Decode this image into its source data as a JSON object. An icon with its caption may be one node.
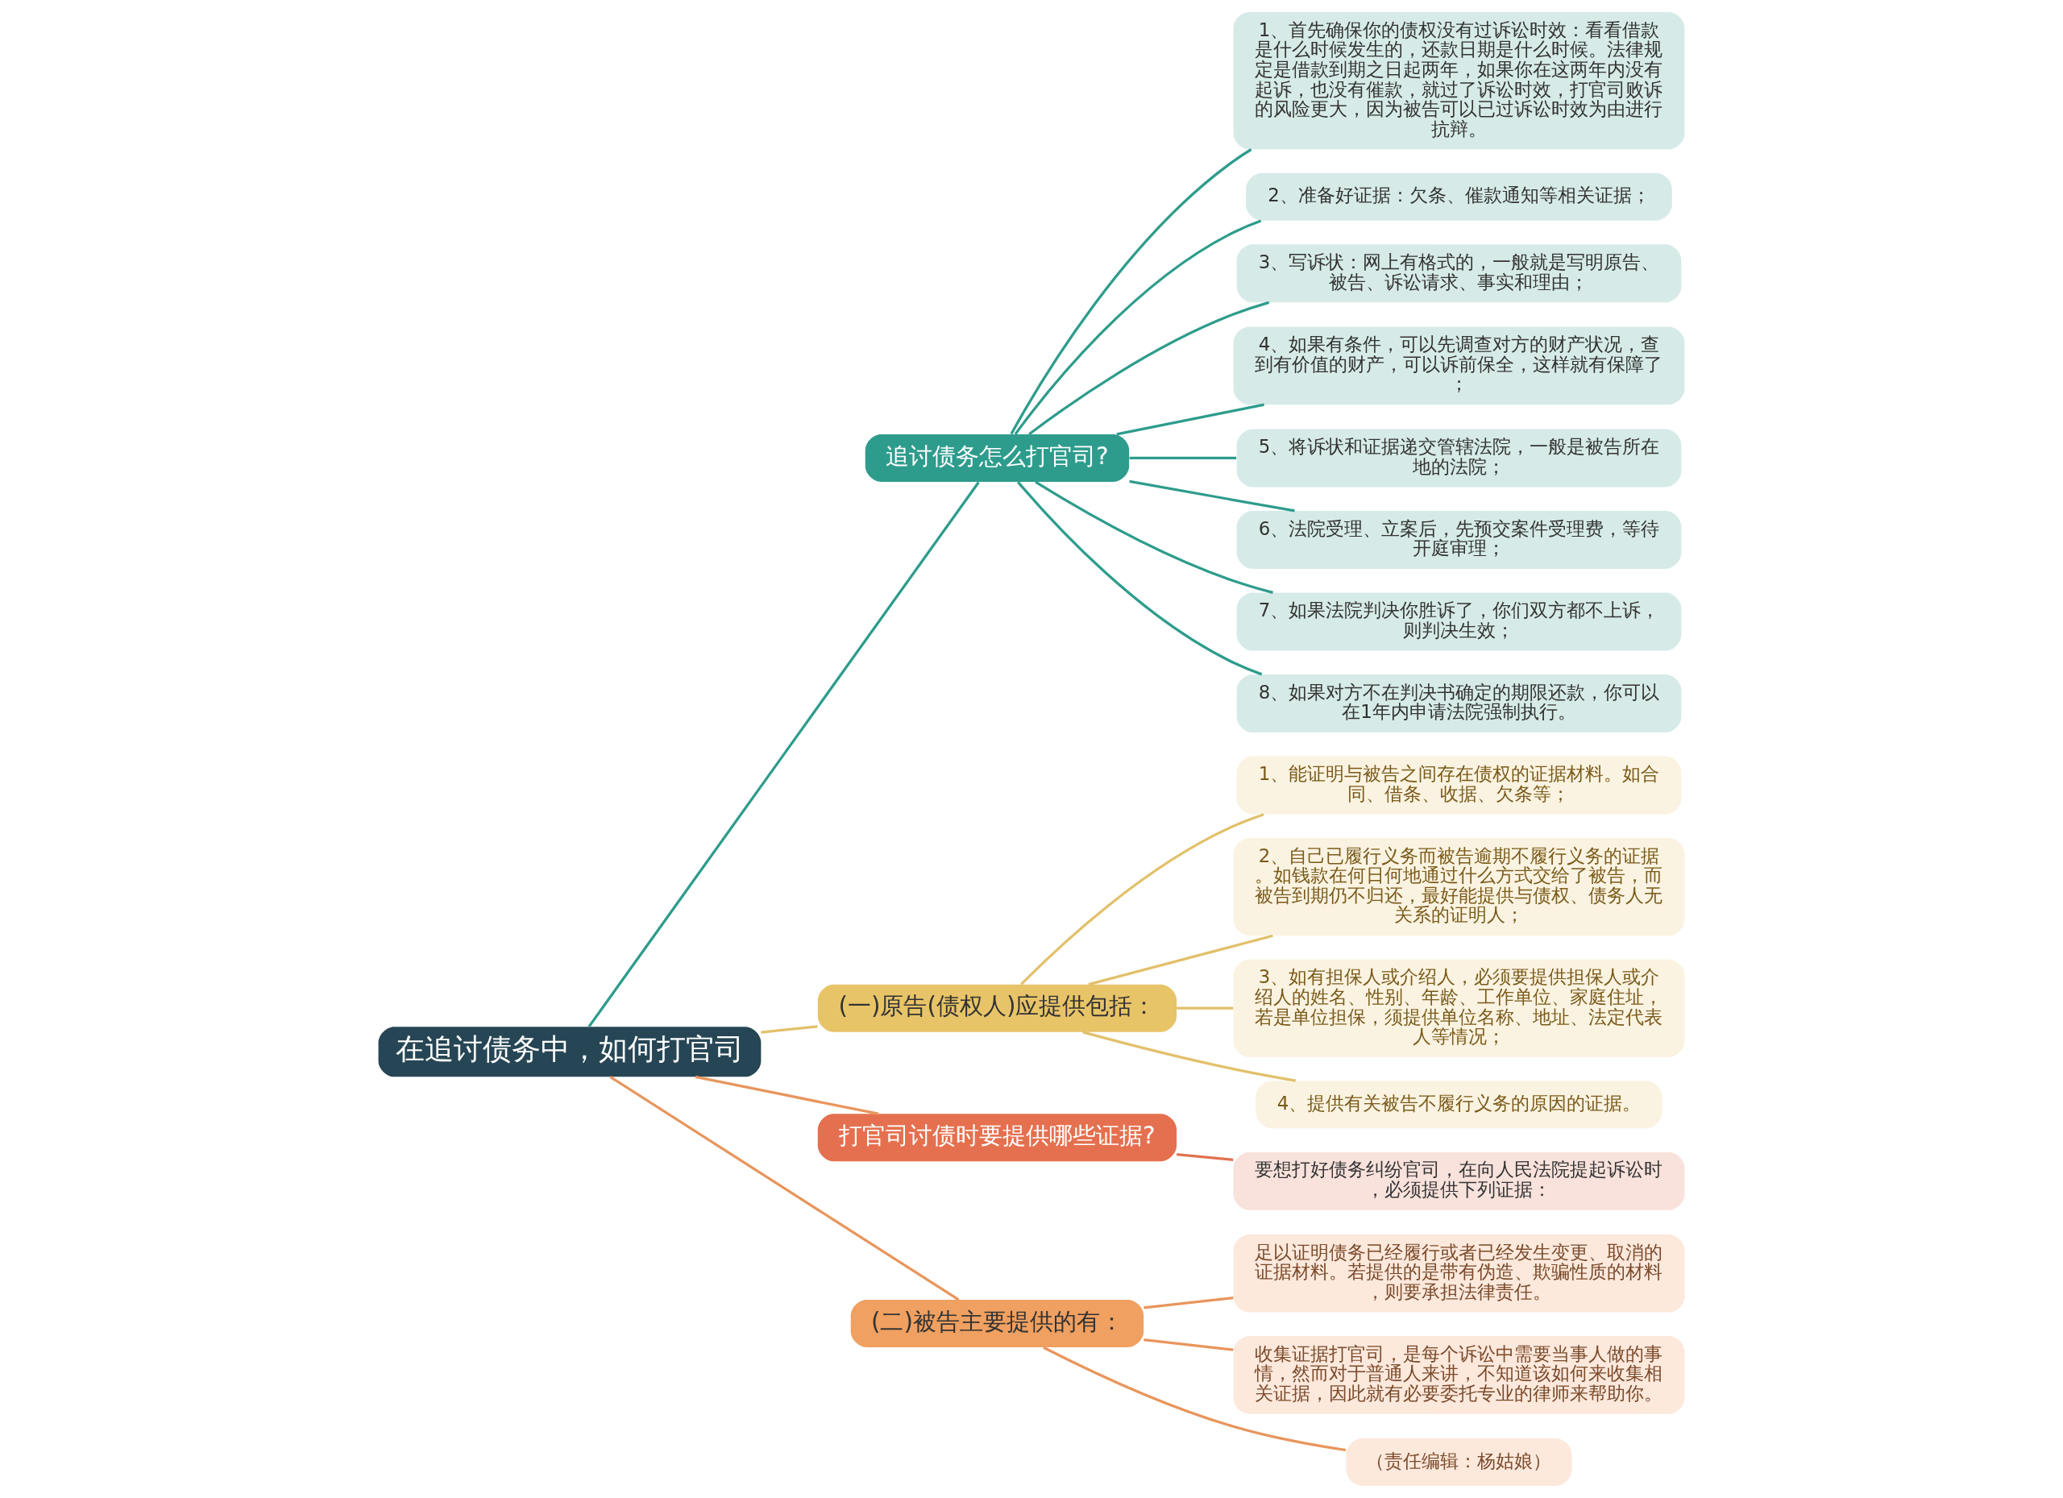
{
  "diagram": {
    "nodes": [
      {
        "text": [
          "在追讨债务中，如何打官司"
        ]
      },
      {
        "text": [
          "追讨债务怎么打官司?"
        ]
      },
      {
        "text": [
          "1、首先确保你的债权没有过诉讼时效：看看借款是什么时候发生的，还款日期是什么时候。法律规定是借款到期之日起两年，如果你在这两年内没有起诉，也没有催款，就过了诉讼时效，打官司败诉的风险更大，因为被告可以已过诉讼时效为由进行抗辩。"
        ]
      },
      {
        "text": [
          "2、准备好证据：欠条、催款通知等相关证据；"
        ]
      },
      {
        "text": [
          "3、写诉状：网上有格式的，一般就是写明原告、被告、诉讼请求、事实和理由；"
        ]
      },
      {
        "text": [
          "4、如果有条件，可以先调查对方的财产状况，查到有价值的财产，可以诉前保全，这样就有保障了；"
        ]
      },
      {
        "text": [
          "5、将诉状和证据递交管辖法院，一般是被告所在地的法院；"
        ]
      },
      {
        "text": [
          "6、法院受理、立案后，先预交案件受理费，等待开庭审理；"
        ]
      },
      {
        "text": [
          "7、如果法院判决你胜诉了，你们双方都不上诉，则判决生效；"
        ]
      },
      {
        "text": [
          "8、如果对方不在判决书确定的期限还款，你可以在1年内申请法院强制执行。"
        ]
      },
      {
        "text": [
          "(一)原告(债权人)应提供包括："
        ]
      },
      {
        "text": [
          "1、能证明与被告之间存在债权的证据材料。如合同、借条、收据、欠条等；"
        ]
      },
      {
        "text": [
          "2、自己已履行义务而被告逾期不履行义务的证据。如钱款在何日何地通过什么方式交给了被告，而被告到期仍不归还，最好能提供与债权、债务人无关系的证明人；"
        ]
      },
      {
        "text": [
          "3、如有担保人或介绍人，必须要提供担保人或介绍人的姓名、性别、年龄、工作单位、家庭住址，若是单位担保，须提供单位名称、地址、法定代表人等情况；"
        ]
      },
      {
        "text": [
          "4、提供有关被告不履行义务的原因的证据。"
        ]
      },
      {
        "text": [
          "打官司讨债时要提供哪些证据?"
        ]
      },
      {
        "text": [
          "要想打好债务纠纷官司，在向人民法院提起诉讼时，必须提供下列证据："
        ]
      },
      {
        "text": [
          "(二)被告主要提供的有："
        ]
      },
      {
        "text": [
          "足以证明债务已经履行或者已经发生变更、取消的证据材料。若提供的是带有伪造、欺骗性质的材料，则要承担法律责任。"
        ]
      },
      {
        "text": [
          "收集证据打官司，是每个诉讼中需要当事人做的事情，然而对于普通人来讲，不知道该如何来收集相关证据，因此就有必要委托专业的律师来帮助你。"
        ]
      },
      {
        "text": [
          "（责任编辑：杨姑娘）"
        ]
      }
    ],
    "edges": [
      {
        "from": 0,
        "to": 1,
        "arrow": "none"
      },
      {
        "from": 1,
        "to": 2,
        "arrow": "none"
      },
      {
        "from": 1,
        "to": 3,
        "arrow": "none"
      },
      {
        "from": 1,
        "to": 4,
        "arrow": "none"
      },
      {
        "from": 1,
        "to": 5,
        "arrow": "none"
      },
      {
        "from": 1,
        "to": 6,
        "arrow": "none"
      },
      {
        "from": 1,
        "to": 7,
        "arrow": "none"
      },
      {
        "from": 1,
        "to": 8,
        "arrow": "none"
      },
      {
        "from": 1,
        "to": 9,
        "arrow": "none"
      },
      {
        "from": 0,
        "to": 10,
        "arrow": "none",
        "color": "#e2c06a"
      },
      {
        "from": 10,
        "to": 11,
        "arrow": "none",
        "color": "#e2c06a"
      },
      {
        "from": 10,
        "to": 12,
        "arrow": "none",
        "color": "#e2c06a"
      },
      {
        "from": 10,
        "to": 13,
        "arrow": "none",
        "color": "#e2c06a"
      },
      {
        "from": 10,
        "to": 14,
        "arrow": "none",
        "color": "#e2c06a"
      },
      {
        "from": 0,
        "to": 15,
        "arrow": "none",
        "color": "#e8955c"
      },
      {
        "from": 15,
        "to": 16,
        "arrow": "none",
        "color": "#e0714f"
      },
      {
        "from": 0,
        "to": 17,
        "arrow": "none",
        "color": "#e8955c"
      },
      {
        "from": 17,
        "to": 18,
        "arrow": "none",
        "color": "#e8955c"
      },
      {
        "from": 17,
        "to": 19,
        "arrow": "none",
        "color": "#e8955c"
      },
      {
        "from": 17,
        "to": 20,
        "arrow": "none",
        "color": "#e8955c"
      }
    ]
  }
}
